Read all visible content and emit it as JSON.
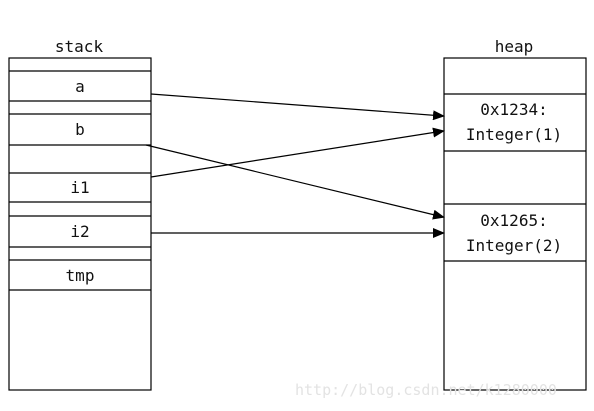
{
  "stack": {
    "title": "stack",
    "cells": {
      "a": "a",
      "b": "b",
      "i1": "i1",
      "i2": "i2",
      "tmp": "tmp"
    }
  },
  "heap": {
    "title": "heap",
    "objects": {
      "obj1_address": "0x1234:",
      "obj1_value": "Integer(1)",
      "obj2_address": "0x1265:",
      "obj2_value": "Integer(2)"
    }
  },
  "references": [
    {
      "from": "a",
      "to": "0x1234:"
    },
    {
      "from": "i1",
      "to": "0x1234:"
    },
    {
      "from": "b",
      "to": "0x1265:"
    },
    {
      "from": "i2",
      "to": "0x1265:"
    }
  ],
  "watermark": "http://blog.csdn.net/k1280000"
}
